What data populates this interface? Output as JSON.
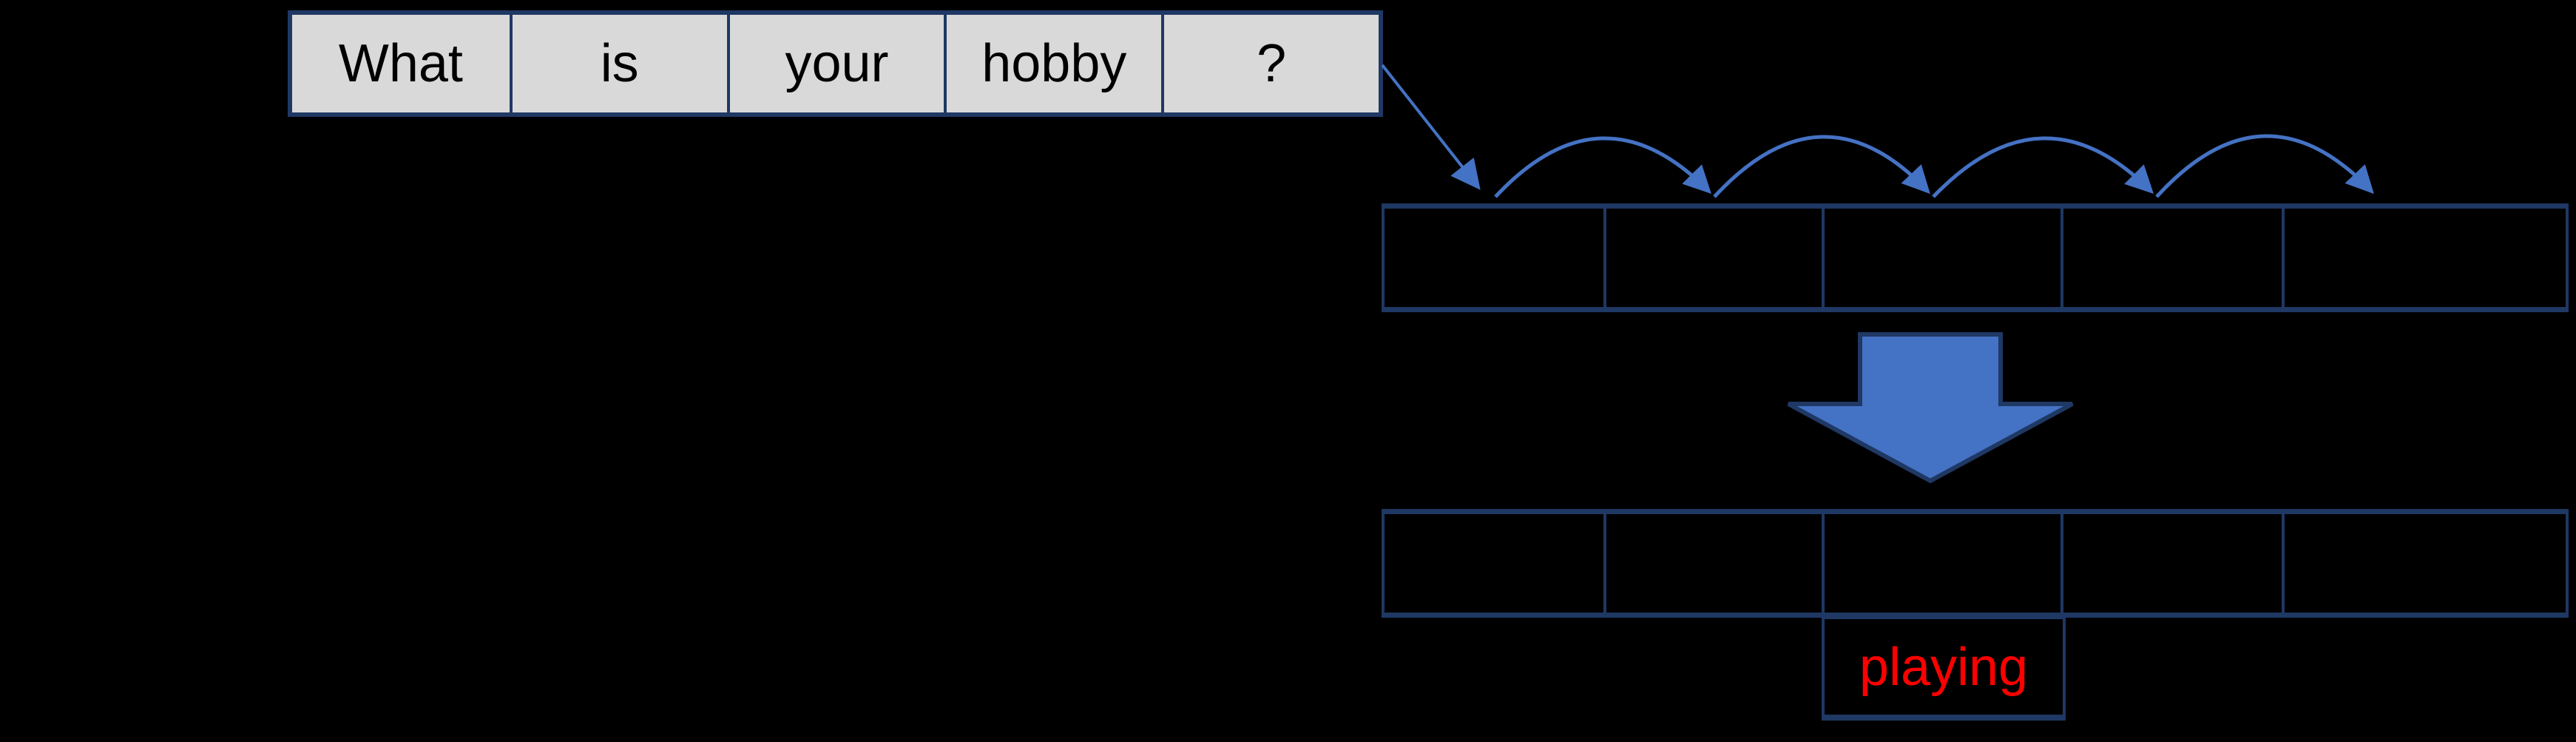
{
  "sentence_row": {
    "cells": [
      {
        "label": "What"
      },
      {
        "label": "is"
      },
      {
        "label": "your"
      },
      {
        "label": "hobby"
      },
      {
        "label": "?"
      }
    ],
    "fill_color": "#d9d9d9",
    "text_color": "#000000"
  },
  "embedding_row": {
    "cell_count": 5,
    "cells": [
      "",
      "",
      "",
      "",
      ""
    ]
  },
  "output_row": {
    "cell_count": 5,
    "cells": [
      "",
      "",
      "",
      "",
      ""
    ]
  },
  "prediction": {
    "label": "playing",
    "text_color": "#ff0000"
  },
  "icons": {
    "token_to_vector_arrow": "diagonal-arrow",
    "hop_arrows": "arc-hop-arrow",
    "transform_arrow": "big-down-arrow"
  },
  "colors": {
    "background": "#000000",
    "border_navy": "#1f3864",
    "arrow_blue": "#4472c4",
    "token_fill": "#d9d9d9",
    "prediction_red": "#ff0000"
  }
}
